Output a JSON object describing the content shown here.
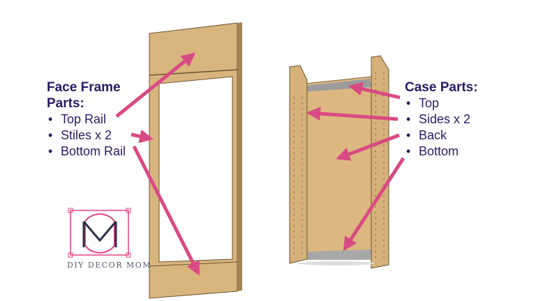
{
  "face_frame": {
    "title_line1": "Face Frame",
    "title_line2": "Parts:",
    "items": [
      "Top Rail",
      "Stiles x 2",
      "Bottom Rail"
    ]
  },
  "case": {
    "title": "Case Parts:",
    "items": [
      "Top",
      "Sides x 2",
      "Back",
      "Bottom"
    ]
  },
  "logo": {
    "text": "DIY DECOR MOM"
  },
  "colors": {
    "arrow": "#d94a84",
    "text": "#2b1a63",
    "wood": "#d9b57e",
    "logo_pink": "#e0457f"
  }
}
